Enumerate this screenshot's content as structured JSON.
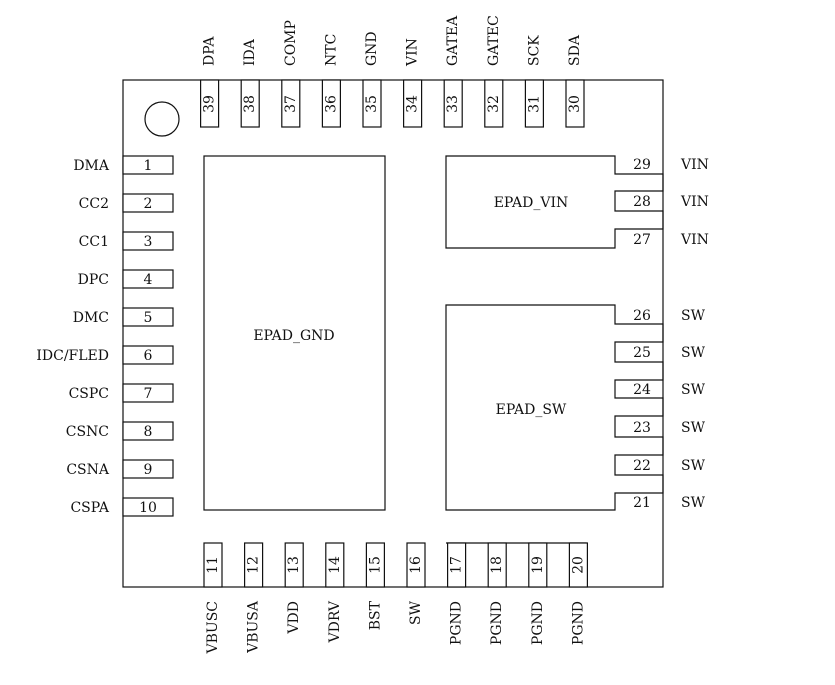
{
  "package": {
    "pin1_marker": "circle"
  },
  "exposed_pads": {
    "gnd": "EPAD_GND",
    "vin": "EPAD_VIN",
    "sw": "EPAD_SW"
  },
  "pins_left": [
    {
      "num": "1",
      "name": "DMA"
    },
    {
      "num": "2",
      "name": "CC2"
    },
    {
      "num": "3",
      "name": "CC1"
    },
    {
      "num": "4",
      "name": "DPC"
    },
    {
      "num": "5",
      "name": "DMC"
    },
    {
      "num": "6",
      "name": "IDC/FLED"
    },
    {
      "num": "7",
      "name": "CSPC"
    },
    {
      "num": "8",
      "name": "CSNC"
    },
    {
      "num": "9",
      "name": "CSNA"
    },
    {
      "num": "10",
      "name": "CSPA"
    }
  ],
  "pins_bottom": [
    {
      "num": "11",
      "name": "VBUSC"
    },
    {
      "num": "12",
      "name": "VBUSA"
    },
    {
      "num": "13",
      "name": "VDD"
    },
    {
      "num": "14",
      "name": "VDRV"
    },
    {
      "num": "15",
      "name": "BST"
    },
    {
      "num": "16",
      "name": "SW"
    },
    {
      "num": "17",
      "name": "PGND"
    },
    {
      "num": "18",
      "name": "PGND"
    },
    {
      "num": "19",
      "name": "PGND"
    },
    {
      "num": "20",
      "name": "PGND"
    }
  ],
  "pins_right": [
    {
      "num": "21",
      "name": "SW"
    },
    {
      "num": "22",
      "name": "SW"
    },
    {
      "num": "23",
      "name": "SW"
    },
    {
      "num": "24",
      "name": "SW"
    },
    {
      "num": "25",
      "name": "SW"
    },
    {
      "num": "26",
      "name": "SW"
    },
    {
      "num": "27",
      "name": "VIN"
    },
    {
      "num": "28",
      "name": "VIN"
    },
    {
      "num": "29",
      "name": "VIN"
    }
  ],
  "pins_top": [
    {
      "num": "30",
      "name": "SDA"
    },
    {
      "num": "31",
      "name": "SCK"
    },
    {
      "num": "32",
      "name": "GATEC"
    },
    {
      "num": "33",
      "name": "GATEA"
    },
    {
      "num": "34",
      "name": "VIN"
    },
    {
      "num": "35",
      "name": "GND"
    },
    {
      "num": "36",
      "name": "NTC"
    },
    {
      "num": "37",
      "name": "COMP"
    },
    {
      "num": "38",
      "name": "IDA"
    },
    {
      "num": "39",
      "name": "DPA"
    }
  ]
}
